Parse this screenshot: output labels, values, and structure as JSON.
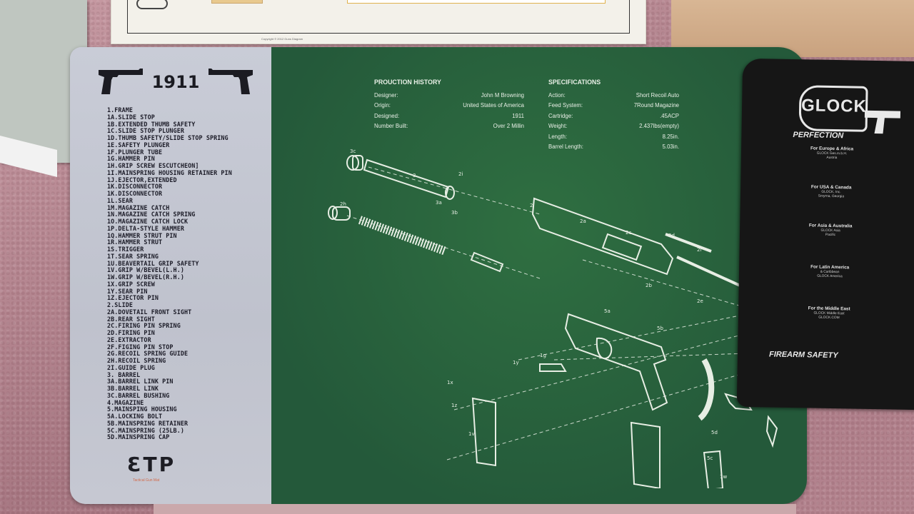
{
  "poster": {
    "copyright": "Copyright © 2012 Guns Diagram"
  },
  "mat": {
    "model_label": "1911",
    "parts_list": [
      "1.FRAME",
      "1A.SLIDE STOP",
      "1B.EXTENDED THUMB SAFETY",
      "1C.SLIDE STOP PLUNGER",
      "1D.THUMB SAFETY/SLIDE STOP SPRING",
      "1E.SAFETY PLUNGER",
      "1F.PLUNGER TUBE",
      "1G.HAMMER PIN",
      "1H.GRIP SCREW ESCUTCHEON]",
      "1I.MAINSPRING HOUSING RETAINER PIN",
      "1J.EJECTOR,EXTENDED",
      "1K.DISCONNECTOR",
      "1K.DISCONNECTOR",
      "1L.SEAR",
      "1M.MAGAZINE CATCH",
      "1N.MAGAZINE CATCH SPRING",
      "1O.MAGAZINE CATCH LOCK",
      "1P.DELTA-STYLE HAMMER",
      "1Q.HAMMER STRUT PIN",
      "1R.HAMMER STRUT",
      "1S.TRIGGER",
      "1T.SEAR SPRING",
      "1U.BEAVERTAIL GRIP SAFETY",
      "1V.GRIP W/BEVEL(L.H.)",
      "1W.GRIP W/BEVEL(R.H.)",
      "1X.GRIP SCREW",
      "1Y.SEAR PIN",
      "1Z.EJECTOR PIN",
      "2.SLIDE",
      "2A.DOVETAIL FRONT SIGHT",
      "2B.REAR SIGHT",
      "2C.FIRING PIN SPRING",
      "2D.FIRING PIN",
      "2E.EXTRACTOR",
      "2F.FIGING PIN STOP",
      "2G.RECOIL  SPRING GUIDE",
      "2H.RECOIL SPRING",
      "2I.GUIDE PLUG",
      "3. BARREL",
      "3A.BARREL LINK PIN",
      "3B.BARREL LINK",
      "3C.BARREL BUSHING",
      "4.MAGAZINE",
      "5.MAINSPING HOUSING",
      "5A.LOCKING BOLT",
      "5B.MAINSPRING RETAINER",
      "5C.MAINSPRING (25LB.)",
      "5D.MAINSPRING CAP"
    ],
    "brand": "ƐTP",
    "brand_tagline": "Tactical Gun Mat"
  },
  "production_history": {
    "title": "PROUCTION HISTORY",
    "rows": [
      {
        "label": "Designer:",
        "value": "John M Browning"
      },
      {
        "label": "Origin:",
        "value": "United States of America"
      },
      {
        "label": "Designed:",
        "value": "1911"
      },
      {
        "label": "Number Built:",
        "value": "Over 2 Millin"
      }
    ]
  },
  "specifications": {
    "title": "SPECIFICATIONS",
    "rows": [
      {
        "label": "Action:",
        "value": "Short Recoil Auto"
      },
      {
        "label": "Feed System:",
        "value": "7Round Magazine"
      },
      {
        "label": "Cartridge:",
        "value": ".45ACP"
      },
      {
        "label": "Weight:",
        "value": "2.437lbs(empty)"
      },
      {
        "label": "Length:",
        "value": "8.25in."
      },
      {
        "label": "Barrel Length:",
        "value": "5.03in."
      }
    ]
  },
  "diagram_labels": [
    "3c",
    "3",
    "2i",
    "2h",
    "3a",
    "3b",
    "2a",
    "2",
    "2c",
    "2d",
    "2f",
    "2b",
    "2e",
    "1z",
    "1x",
    "1v",
    "1w",
    "5d",
    "5c",
    "5b",
    "5a",
    "1g",
    "1y"
  ],
  "glock_card": {
    "logo": "GLOCK",
    "tagline": "PERFECTION",
    "sections": [
      {
        "title": "For Europe & Africa",
        "lines": [
          "GLOCK Ges.m.b.H.",
          "Austria"
        ]
      },
      {
        "title": "For USA & Canada",
        "lines": [
          "GLOCK, Inc.",
          "Smyrna, Georgia"
        ]
      },
      {
        "title": "For Asia & Australia",
        "lines": [
          "GLOCK Asia",
          "Pacific"
        ]
      },
      {
        "title": "For Latin America",
        "lines": [
          "& Caribbean",
          "GLOCK America"
        ]
      },
      {
        "title": "For the Middle East",
        "lines": [
          "GLOCK Middle East",
          "GLOCK.COM"
        ]
      }
    ],
    "footer": "FIREARM SAFETY"
  }
}
